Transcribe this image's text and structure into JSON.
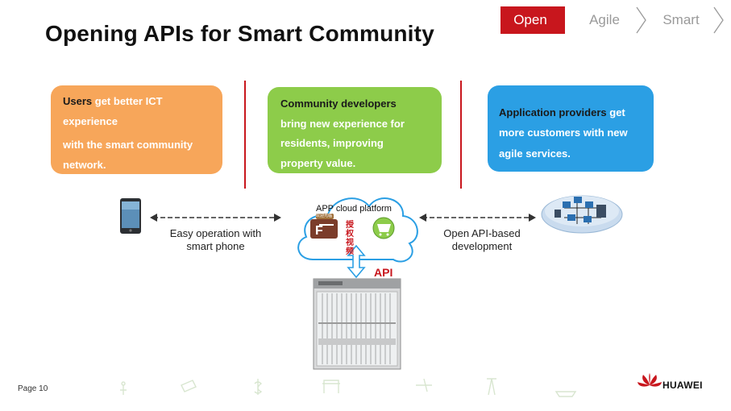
{
  "header": {
    "title": "Opening APIs for Smart Community",
    "steps": [
      {
        "label": "Open",
        "active": true
      },
      {
        "label": "Agile",
        "active": false
      },
      {
        "label": "Smart",
        "active": false
      }
    ]
  },
  "cards": {
    "users": {
      "highlight": "Users",
      "lines": [
        "get better ICT",
        "experience",
        "with the smart community",
        "network."
      ],
      "color": "#f7a65a"
    },
    "developers": {
      "highlight": "Community developers",
      "lines": [
        "bring new experience for",
        "residents, improving",
        "property value."
      ],
      "color": "#8dcc4a"
    },
    "providers": {
      "highlight": "Application providers",
      "lines": [
        "get",
        "more customers with new",
        "agile services."
      ],
      "color": "#2b9fe4"
    }
  },
  "diagram": {
    "cloud_label": "APP cloud platform",
    "api_label": "API",
    "left_caption_1": "Easy operation with",
    "left_caption_2": "smart phone",
    "right_caption_1": "Open API-based",
    "right_caption_2": "development",
    "app_icon_text": "授权 视频",
    "app_icon_small": "欢迎光临"
  },
  "footer": {
    "page": "Page 10",
    "brand": "HUAWEI"
  },
  "colors": {
    "accent_red": "#c8161d",
    "inactive_gray": "#9a9a9a"
  }
}
